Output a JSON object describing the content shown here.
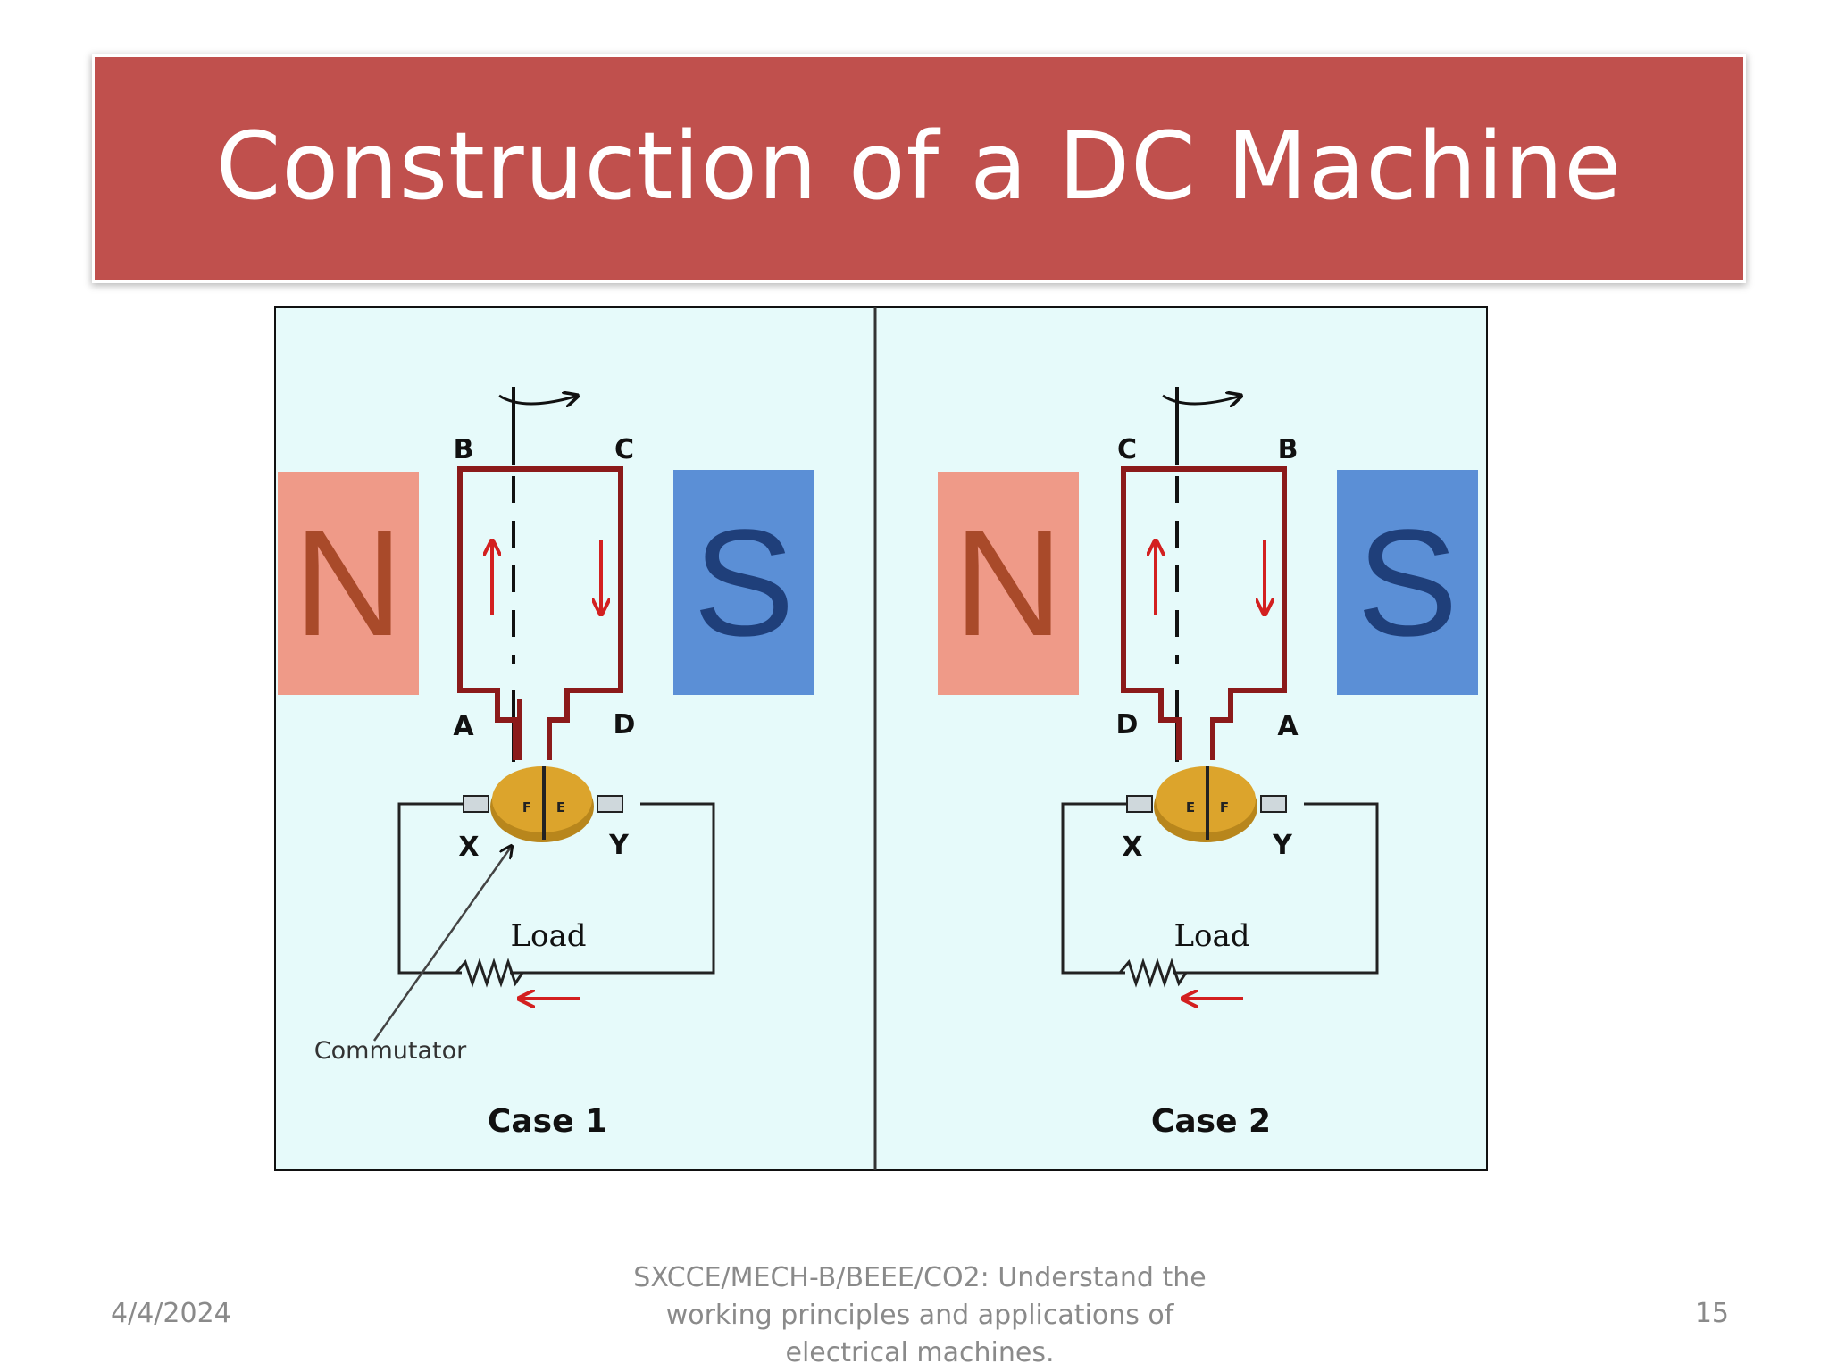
{
  "slide": {
    "title": "Construction of a DC Machine",
    "footer_date": "4/4/2024",
    "footer_center": [
      "SXCCE/MECH-B/BEEE/CO2: Understand the",
      "working principles and applications of",
      "electrical machines."
    ],
    "footer_page": "15"
  },
  "diagram": {
    "colors": {
      "background": "#e6fafa",
      "north_pole": "#ef9a88",
      "south_pole": "#5b8fd6",
      "coil": "#8b1a1a",
      "commutator": "#d8a22a",
      "current_arrow": "#d32020"
    },
    "panels": [
      {
        "case_label": "Case 1",
        "north_label": "N",
        "south_label": "S",
        "top_left": "B",
        "top_right": "C",
        "bottom_left": "A",
        "bottom_right": "D",
        "segment_left": "F",
        "segment_right": "E",
        "brush_left": "X",
        "brush_right": "Y",
        "load_label": "Load",
        "commutator_label": "Commutator"
      },
      {
        "case_label": "Case 2",
        "north_label": "N",
        "south_label": "S",
        "top_left": "C",
        "top_right": "B",
        "bottom_left": "D",
        "bottom_right": "A",
        "segment_left": "E",
        "segment_right": "F",
        "brush_left": "X",
        "brush_right": "Y",
        "load_label": "Load",
        "commutator_label": ""
      }
    ]
  }
}
